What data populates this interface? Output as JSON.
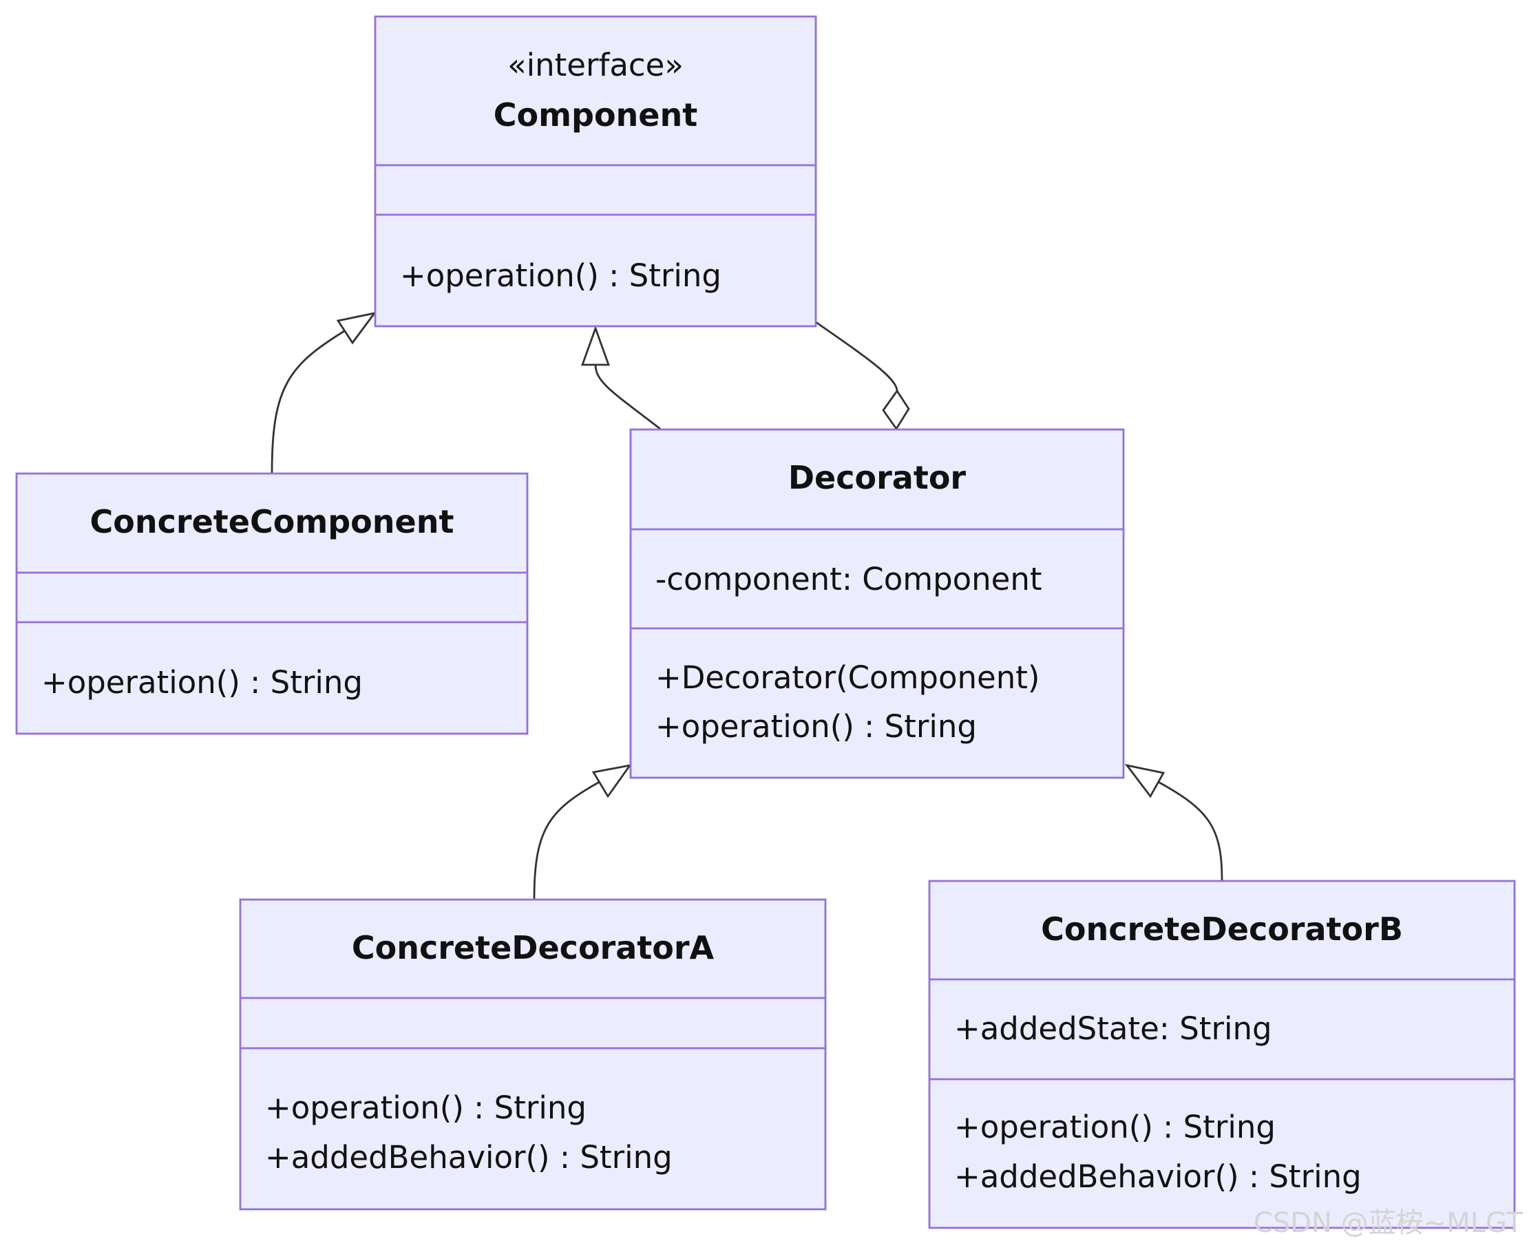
{
  "classes": {
    "component": {
      "stereotype": "«interface»",
      "name": "Component",
      "attributes": [],
      "methods": [
        "+operation() : String"
      ]
    },
    "concrete_component": {
      "name": "ConcreteComponent",
      "attributes": [],
      "methods": [
        "+operation() : String"
      ]
    },
    "decorator": {
      "name": "Decorator",
      "attributes": [
        "-component: Component"
      ],
      "methods": [
        "+Decorator(Component)",
        "+operation() : String"
      ]
    },
    "concrete_decorator_a": {
      "name": "ConcreteDecoratorA",
      "attributes": [],
      "methods": [
        "+operation() : String",
        "+addedBehavior() : String"
      ]
    },
    "concrete_decorator_b": {
      "name": "ConcreteDecoratorB",
      "attributes": [
        "+addedState: String"
      ],
      "methods": [
        "+operation() : String",
        "+addedBehavior() : String"
      ]
    }
  },
  "relationships": [
    {
      "from": "ConcreteComponent",
      "to": "Component",
      "kind": "inheritance"
    },
    {
      "from": "Decorator",
      "to": "Component",
      "kind": "inheritance"
    },
    {
      "from": "Decorator",
      "to": "Component",
      "kind": "aggregation"
    },
    {
      "from": "ConcreteDecoratorA",
      "to": "Decorator",
      "kind": "inheritance"
    },
    {
      "from": "ConcreteDecoratorB",
      "to": "Decorator",
      "kind": "inheritance"
    }
  ],
  "colors": {
    "box_fill": "#ececff",
    "box_border": "#9370db",
    "edge": "#333333",
    "text": "#111111",
    "watermark": "#d4d4d4"
  },
  "watermark": "CSDN @蓝桉~MLGT"
}
